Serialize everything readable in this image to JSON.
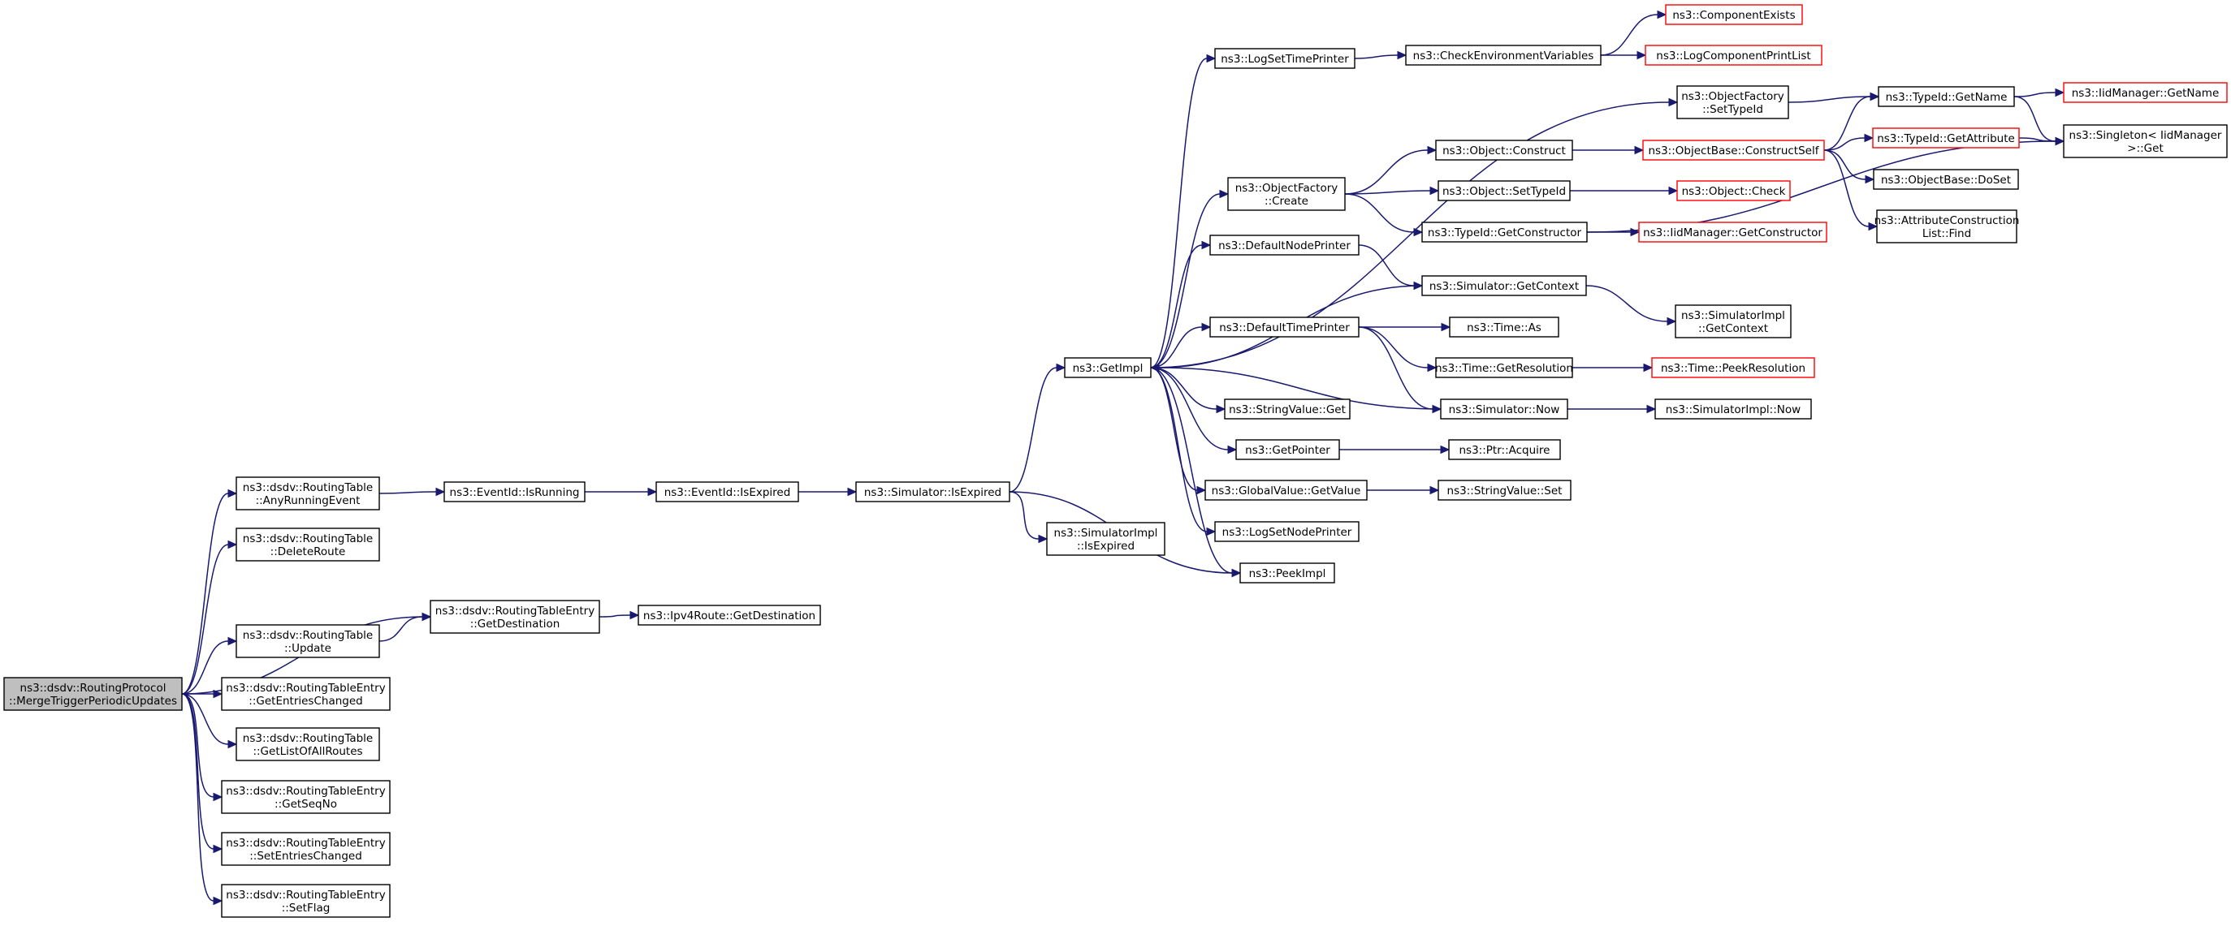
{
  "graph": {
    "colors": {
      "edge": "#191970",
      "node_border": "#000000",
      "external_border": "#ff0000",
      "root_fill": "#bfbfbf",
      "background": "#ffffff"
    },
    "nodes": [
      {
        "id": "root",
        "lines": [
          "ns3::dsdv::RoutingProtocol",
          "::MergeTriggerPeriodicUpdates"
        ],
        "kind": "root"
      },
      {
        "id": "anyrun",
        "lines": [
          "ns3::dsdv::RoutingTable",
          "::AnyRunningEvent"
        ],
        "kind": "normal"
      },
      {
        "id": "delroute",
        "lines": [
          "ns3::dsdv::RoutingTable",
          "::DeleteRoute"
        ],
        "kind": "normal"
      },
      {
        "id": "rteGetDest",
        "lines": [
          "ns3::dsdv::RoutingTableEntry",
          "::GetDestination"
        ],
        "kind": "normal"
      },
      {
        "id": "rtUpdate",
        "lines": [
          "ns3::dsdv::RoutingTable",
          "::Update"
        ],
        "kind": "normal"
      },
      {
        "id": "getEntriesChanged",
        "lines": [
          "ns3::dsdv::RoutingTableEntry",
          "::GetEntriesChanged"
        ],
        "kind": "normal"
      },
      {
        "id": "getListAll",
        "lines": [
          "ns3::dsdv::RoutingTable",
          "::GetListOfAllRoutes"
        ],
        "kind": "normal"
      },
      {
        "id": "getSeqNo",
        "lines": [
          "ns3::dsdv::RoutingTableEntry",
          "::GetSeqNo"
        ],
        "kind": "normal"
      },
      {
        "id": "setEntriesChanged",
        "lines": [
          "ns3::dsdv::RoutingTableEntry",
          "::SetEntriesChanged"
        ],
        "kind": "normal"
      },
      {
        "id": "setFlag",
        "lines": [
          "ns3::dsdv::RoutingTableEntry",
          "::SetFlag"
        ],
        "kind": "normal"
      },
      {
        "id": "eventIsRunning",
        "lines": [
          "ns3::EventId::IsRunning"
        ],
        "kind": "normal"
      },
      {
        "id": "eventIsExpired",
        "lines": [
          "ns3::EventId::IsExpired"
        ],
        "kind": "normal"
      },
      {
        "id": "simIsExpired",
        "lines": [
          "ns3::Simulator::IsExpired"
        ],
        "kind": "normal"
      },
      {
        "id": "ipv4GetDest",
        "lines": [
          "ns3::Ipv4Route::GetDestination"
        ],
        "kind": "normal"
      },
      {
        "id": "getImpl",
        "lines": [
          "ns3::GetImpl"
        ],
        "kind": "normal"
      },
      {
        "id": "simImplIsExpired",
        "lines": [
          "ns3::SimulatorImpl",
          "::IsExpired"
        ],
        "kind": "normal"
      },
      {
        "id": "logSetTimePrinter",
        "lines": [
          "ns3::LogSetTimePrinter"
        ],
        "kind": "normal"
      },
      {
        "id": "ofCreate",
        "lines": [
          "ns3::ObjectFactory",
          "::Create"
        ],
        "kind": "normal"
      },
      {
        "id": "defNodePrinter",
        "lines": [
          "ns3::DefaultNodePrinter"
        ],
        "kind": "normal"
      },
      {
        "id": "defTimePrinter",
        "lines": [
          "ns3::DefaultTimePrinter"
        ],
        "kind": "normal"
      },
      {
        "id": "strValGet",
        "lines": [
          "ns3::StringValue::Get"
        ],
        "kind": "normal"
      },
      {
        "id": "getPointer",
        "lines": [
          "ns3::GetPointer"
        ],
        "kind": "normal"
      },
      {
        "id": "gvGetValue",
        "lines": [
          "ns3::GlobalValue::GetValue"
        ],
        "kind": "normal"
      },
      {
        "id": "logSetNodePrinter",
        "lines": [
          "ns3::LogSetNodePrinter"
        ],
        "kind": "normal"
      },
      {
        "id": "peekImpl",
        "lines": [
          "ns3::PeekImpl"
        ],
        "kind": "normal"
      },
      {
        "id": "checkEnv",
        "lines": [
          "ns3::CheckEnvironmentVariables"
        ],
        "kind": "normal"
      },
      {
        "id": "objConstruct",
        "lines": [
          "ns3::Object::Construct"
        ],
        "kind": "normal"
      },
      {
        "id": "objSetTypeId",
        "lines": [
          "ns3::Object::SetTypeId"
        ],
        "kind": "normal"
      },
      {
        "id": "typeGetCtor",
        "lines": [
          "ns3::TypeId::GetConstructor"
        ],
        "kind": "normal"
      },
      {
        "id": "simGetContext",
        "lines": [
          "ns3::Simulator::GetContext"
        ],
        "kind": "normal"
      },
      {
        "id": "timeAs",
        "lines": [
          "ns3::Time::As"
        ],
        "kind": "normal"
      },
      {
        "id": "timeGetRes",
        "lines": [
          "ns3::Time::GetResolution"
        ],
        "kind": "normal"
      },
      {
        "id": "simNow",
        "lines": [
          "ns3::Simulator::Now"
        ],
        "kind": "normal"
      },
      {
        "id": "ptrAcquire",
        "lines": [
          "ns3::Ptr::Acquire"
        ],
        "kind": "normal"
      },
      {
        "id": "strValSet",
        "lines": [
          "ns3::StringValue::Set"
        ],
        "kind": "normal"
      },
      {
        "id": "compExists",
        "lines": [
          "ns3::ComponentExists"
        ],
        "kind": "external"
      },
      {
        "id": "logCompPrint",
        "lines": [
          "ns3::LogComponentPrintList"
        ],
        "kind": "external"
      },
      {
        "id": "ofSetTypeId",
        "lines": [
          "ns3::ObjectFactory",
          "::SetTypeId"
        ],
        "kind": "normal"
      },
      {
        "id": "obConstructSelf",
        "lines": [
          "ns3::ObjectBase::ConstructSelf"
        ],
        "kind": "external"
      },
      {
        "id": "objCheck",
        "lines": [
          "ns3::Object::Check"
        ],
        "kind": "external"
      },
      {
        "id": "iidGetCtor",
        "lines": [
          "ns3::IidManager::GetConstructor"
        ],
        "kind": "external"
      },
      {
        "id": "simImplGetContext",
        "lines": [
          "ns3::SimulatorImpl",
          "::GetContext"
        ],
        "kind": "normal"
      },
      {
        "id": "timePeekRes",
        "lines": [
          "ns3::Time::PeekResolution"
        ],
        "kind": "external"
      },
      {
        "id": "simImplNow",
        "lines": [
          "ns3::SimulatorImpl::Now"
        ],
        "kind": "normal"
      },
      {
        "id": "typeGetName",
        "lines": [
          "ns3::TypeId::GetName"
        ],
        "kind": "normal"
      },
      {
        "id": "typeGetAttr",
        "lines": [
          "ns3::TypeId::GetAttribute"
        ],
        "kind": "external"
      },
      {
        "id": "obDoSet",
        "lines": [
          "ns3::ObjectBase::DoSet"
        ],
        "kind": "normal"
      },
      {
        "id": "attrConstrFind",
        "lines": [
          "ns3::AttributeConstruction",
          "List::Find"
        ],
        "kind": "normal"
      },
      {
        "id": "iidGetName",
        "lines": [
          "ns3::IidManager::GetName"
        ],
        "kind": "external"
      },
      {
        "id": "singletonGet",
        "lines": [
          "ns3::Singleton< IidManager",
          ">::Get"
        ],
        "kind": "normal"
      }
    ],
    "edges": [
      [
        "root",
        "anyrun"
      ],
      [
        "root",
        "delroute"
      ],
      [
        "root",
        "rteGetDest"
      ],
      [
        "root",
        "rtUpdate"
      ],
      [
        "root",
        "getEntriesChanged"
      ],
      [
        "root",
        "getListAll"
      ],
      [
        "root",
        "getSeqNo"
      ],
      [
        "root",
        "setEntriesChanged"
      ],
      [
        "root",
        "setFlag"
      ],
      [
        "anyrun",
        "eventIsRunning"
      ],
      [
        "eventIsRunning",
        "eventIsExpired"
      ],
      [
        "eventIsExpired",
        "simIsExpired"
      ],
      [
        "rtUpdate",
        "rteGetDest"
      ],
      [
        "rteGetDest",
        "ipv4GetDest"
      ],
      [
        "simIsExpired",
        "getImpl"
      ],
      [
        "simIsExpired",
        "simImplIsExpired"
      ],
      [
        "simIsExpired",
        "peekImpl"
      ],
      [
        "getImpl",
        "logSetTimePrinter"
      ],
      [
        "getImpl",
        "ofSetTypeId"
      ],
      [
        "getImpl",
        "ofCreate"
      ],
      [
        "getImpl",
        "defNodePrinter"
      ],
      [
        "getImpl",
        "defTimePrinter"
      ],
      [
        "getImpl",
        "strValGet"
      ],
      [
        "getImpl",
        "getPointer"
      ],
      [
        "getImpl",
        "gvGetValue"
      ],
      [
        "getImpl",
        "logSetNodePrinter"
      ],
      [
        "getImpl",
        "peekImpl"
      ],
      [
        "simGetContext",
        "getImpl"
      ],
      [
        "simNow",
        "getImpl"
      ],
      [
        "logSetTimePrinter",
        "checkEnv"
      ],
      [
        "checkEnv",
        "compExists"
      ],
      [
        "checkEnv",
        "logCompPrint"
      ],
      [
        "ofSetTypeId",
        "typeGetName"
      ],
      [
        "ofCreate",
        "objConstruct"
      ],
      [
        "ofCreate",
        "objSetTypeId"
      ],
      [
        "ofCreate",
        "typeGetCtor"
      ],
      [
        "objConstruct",
        "obConstructSelf"
      ],
      [
        "objSetTypeId",
        "objCheck"
      ],
      [
        "typeGetCtor",
        "iidGetCtor"
      ],
      [
        "typeGetCtor",
        "singletonGet"
      ],
      [
        "obConstructSelf",
        "typeGetName"
      ],
      [
        "obConstructSelf",
        "typeGetAttr"
      ],
      [
        "obConstructSelf",
        "obDoSet"
      ],
      [
        "obConstructSelf",
        "attrConstrFind"
      ],
      [
        "typeGetName",
        "iidGetName"
      ],
      [
        "typeGetName",
        "singletonGet"
      ],
      [
        "typeGetAttr",
        "singletonGet"
      ],
      [
        "defNodePrinter",
        "simGetContext"
      ],
      [
        "simGetContext",
        "simImplGetContext"
      ],
      [
        "defTimePrinter",
        "timeAs"
      ],
      [
        "defTimePrinter",
        "timeGetRes"
      ],
      [
        "defTimePrinter",
        "simNow"
      ],
      [
        "timeGetRes",
        "timePeekRes"
      ],
      [
        "simNow",
        "simImplNow"
      ],
      [
        "getPointer",
        "ptrAcquire"
      ],
      [
        "gvGetValue",
        "strValSet"
      ]
    ]
  }
}
